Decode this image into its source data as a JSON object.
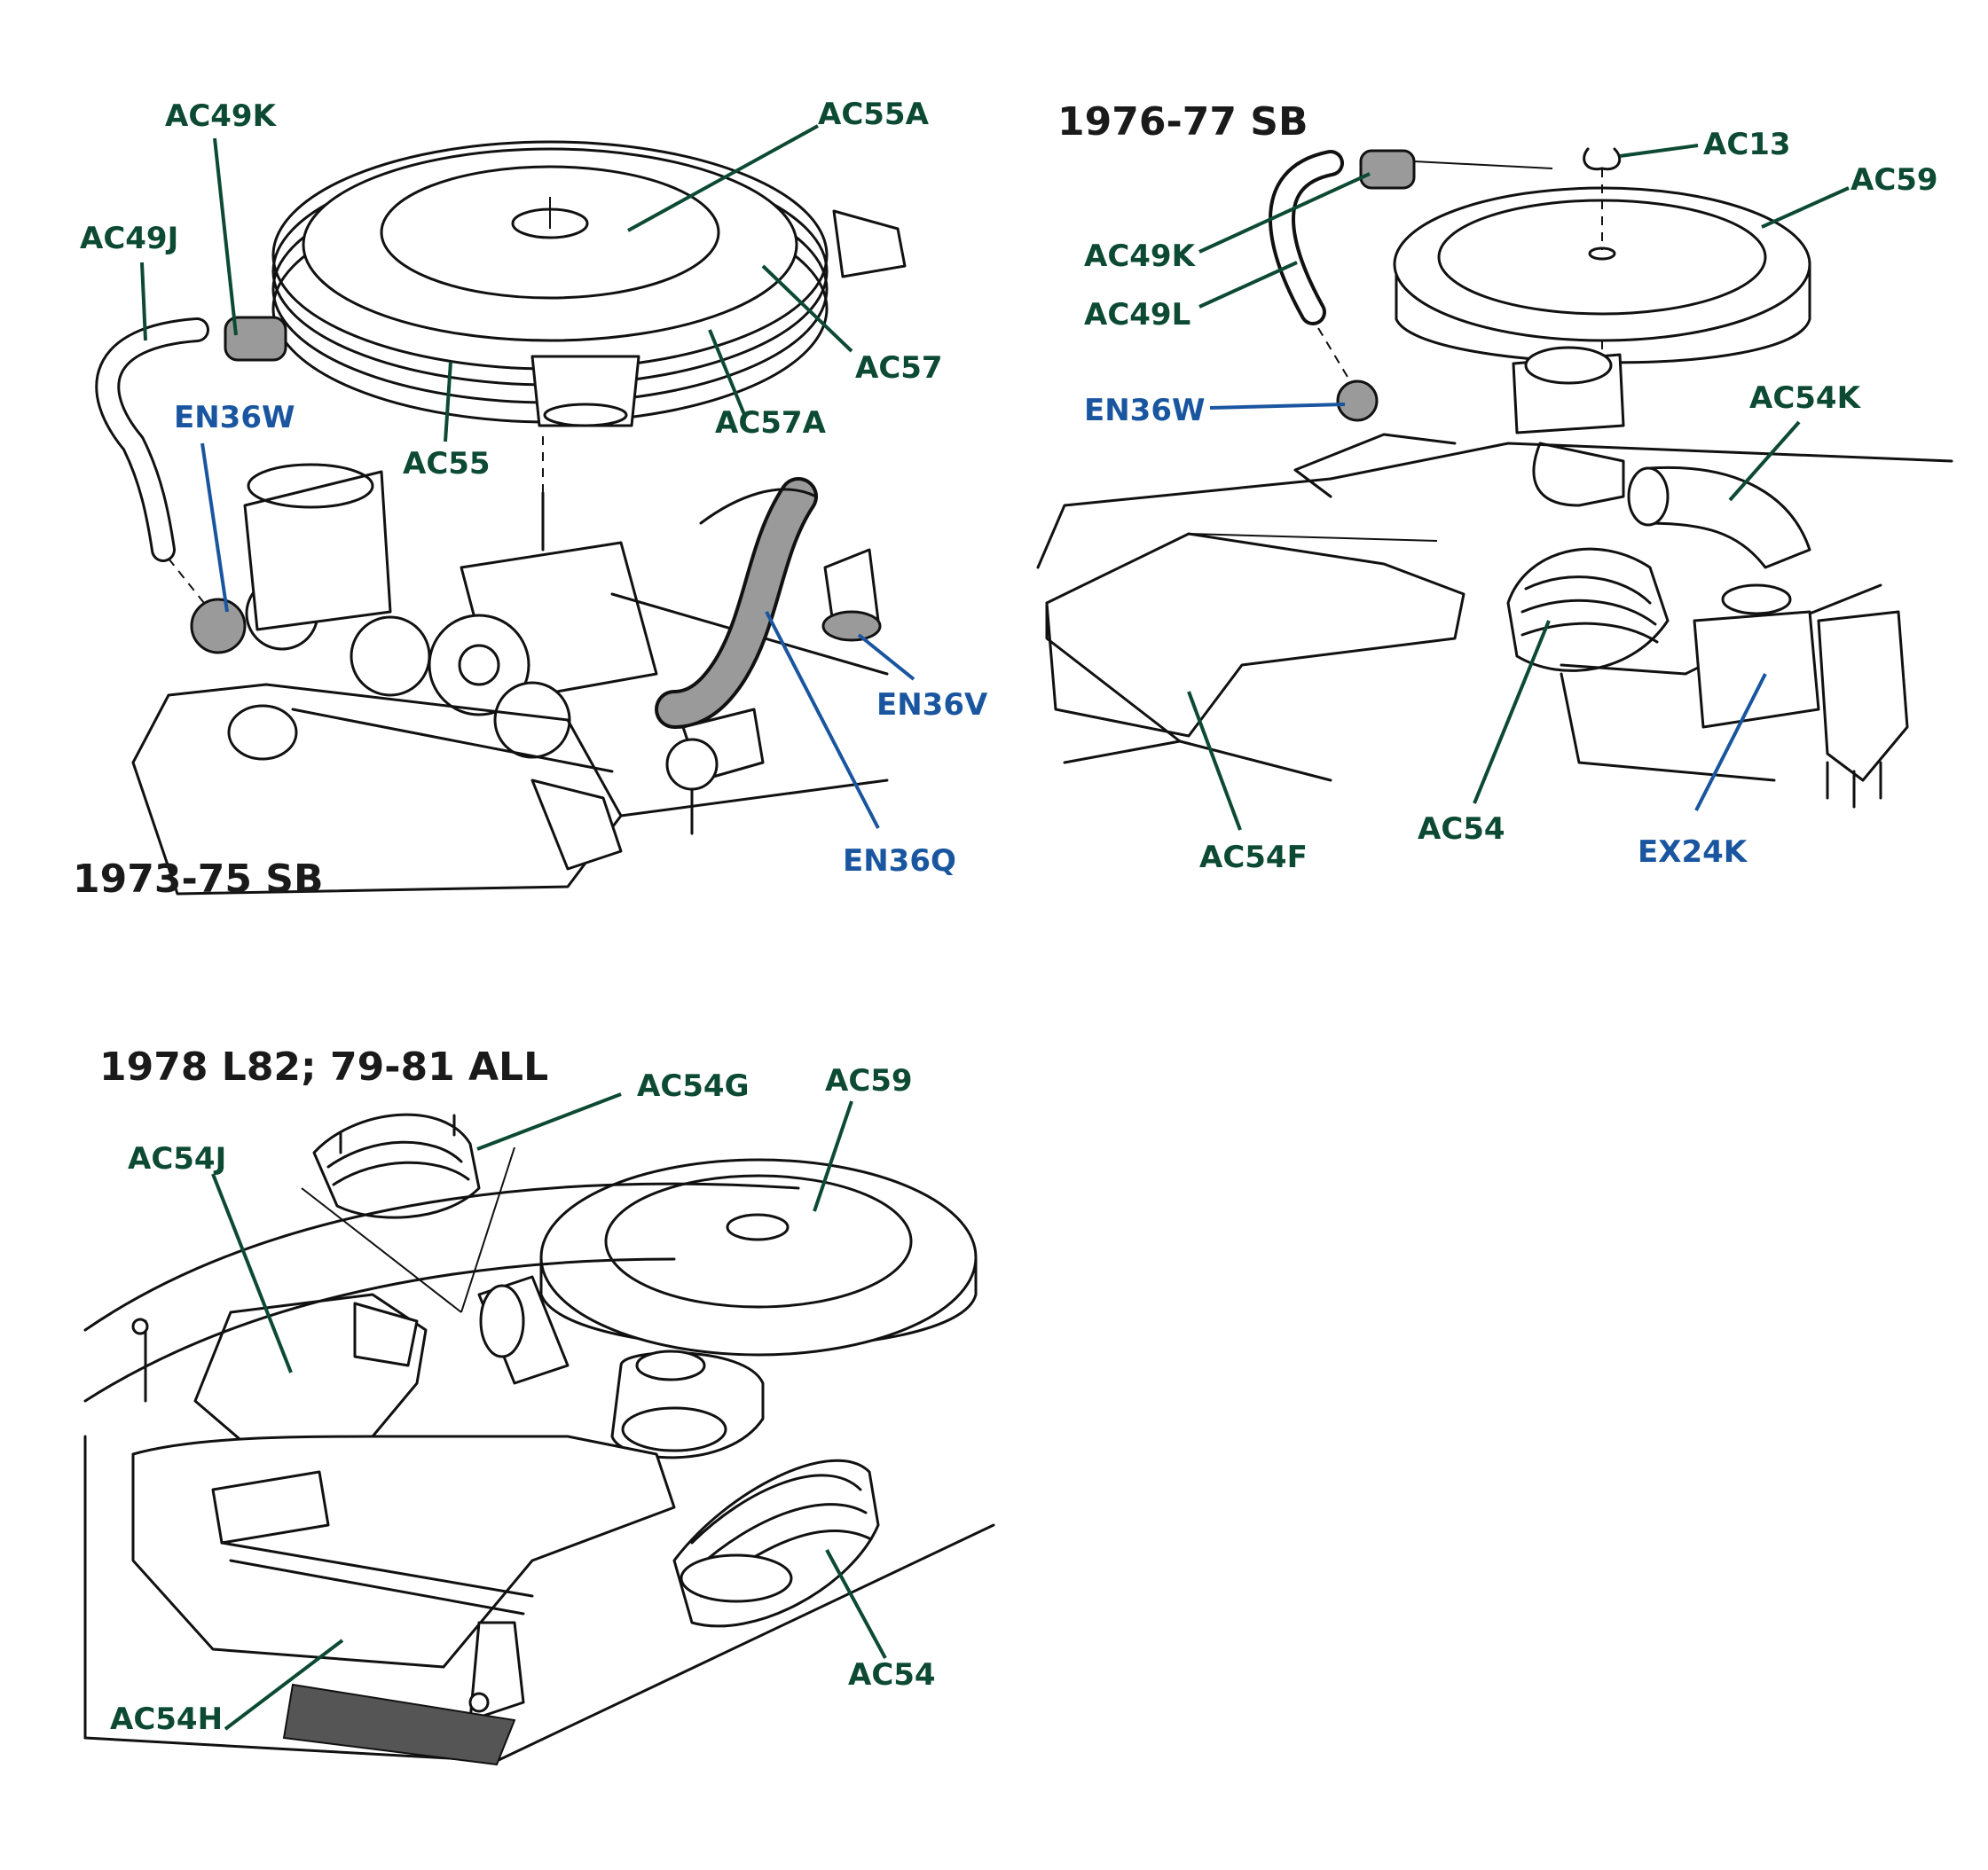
{
  "panels": [
    {
      "title": "1973-75 SB",
      "labels": {
        "ac49k": "AC49K",
        "ac55a": "AC55A",
        "ac49j": "AC49J",
        "ac57": "AC57",
        "ac57a": "AC57A",
        "en36w": "EN36W",
        "ac55": "AC55",
        "en36v": "EN36V",
        "en36q": "EN36Q"
      }
    },
    {
      "title": "1976-77 SB",
      "labels": {
        "ac13": "AC13",
        "ac59": "AC59",
        "ac49k": "AC49K",
        "ac49l": "AC49L",
        "en36w": "EN36W",
        "ac54k": "AC54K",
        "ac54f": "AC54F",
        "ac54": "AC54",
        "ex24k": "EX24K"
      }
    },
    {
      "title": "1978 L82; 79-81 ALL",
      "labels": {
        "ac54g": "AC54G",
        "ac59": "AC59",
        "ac54j": "AC54J",
        "ac54": "AC54",
        "ac54h": "AC54H"
      }
    }
  ],
  "colors": {
    "green_label": "#0c4a33",
    "blue_label": "#1a56a0",
    "title": "#1a1a1a",
    "line_art": "#111111"
  }
}
